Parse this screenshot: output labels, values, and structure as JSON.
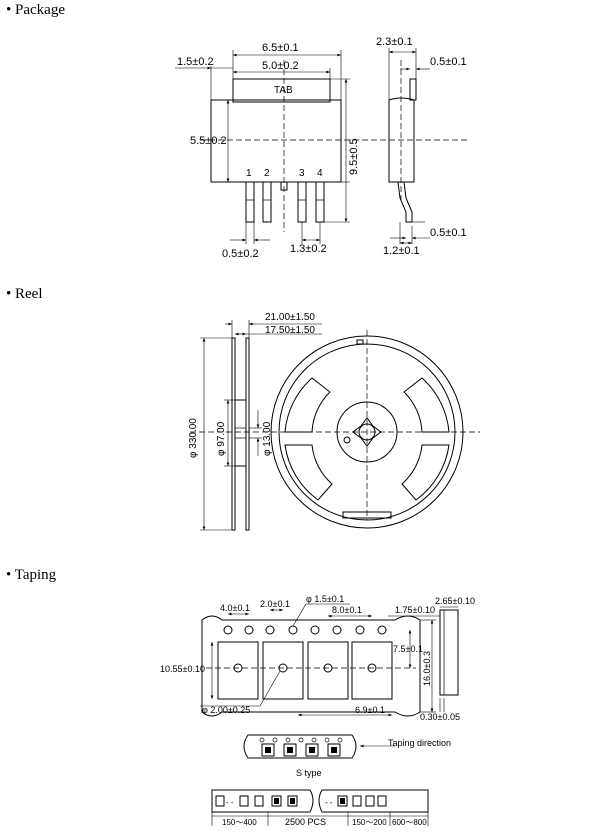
{
  "sections": {
    "package": "• Package",
    "reel": "• Reel",
    "taping": "• Taping"
  },
  "package": {
    "dims": {
      "width_total": "6.5±0.1",
      "tab_width": "5.0±0.2",
      "tab_offset": "1.5±0.2",
      "body_height": "5.5±0.2",
      "total_height": "9.5±0.5",
      "lead_width": "0.5±0.2",
      "pitch": "1.3±0.2",
      "thickness": "2.3±0.1",
      "top_step": "0.5±0.1",
      "lead_thickness": "0.5±0.1",
      "lead_foot": "1.2±0.1"
    },
    "tab_label": "TAB",
    "pins": [
      "1",
      "2",
      "3",
      "4"
    ]
  },
  "reel": {
    "dims": {
      "outer_width": "21.00±1.50",
      "inner_width": "17.50±1.50",
      "outer_diameter": "φ 330.00",
      "hub_diameter": "φ 97.00",
      "center_hole": "φ 13.00"
    }
  },
  "taping": {
    "dims": {
      "sprocket_pitch": "4.0±0.1",
      "hole_center": "2.0±0.1",
      "hole_diameter": "φ 1.5±0.1",
      "pocket_pitch": "8.0±0.1",
      "edge": "1.75±0.10",
      "tape_thickness_total": "2.65±0.10",
      "tape_width": "10.55±0.10",
      "center_offset": "7.5±0.1",
      "width_total": "16.0±0.3",
      "pocket_hole": "φ 2.00±0.25",
      "pocket_width": "6.9±0.1",
      "tape_thickness": "0.30±0.05"
    },
    "direction_label": "Taping direction",
    "stype_label": "S type",
    "segments": {
      "leader_start": "150～400",
      "count": "2500 PCS",
      "leader_end": "150～200",
      "trailer": "600～800"
    }
  }
}
